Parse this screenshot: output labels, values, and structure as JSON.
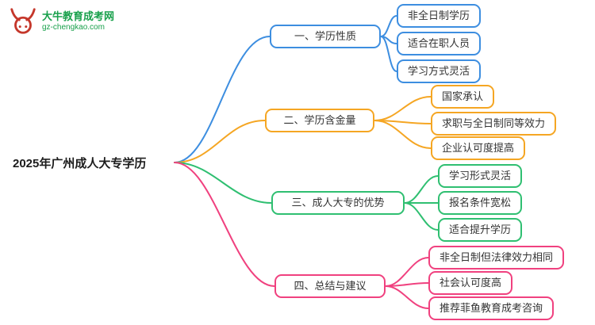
{
  "brand": {
    "name": "大牛教育成考网",
    "domain": "gz-chengkao.com",
    "brand_color": "#18a04b",
    "logo_color": "#c5372b"
  },
  "root": {
    "label": "2025年广州成人大专学历"
  },
  "branches": [
    {
      "label": "一、学历性质",
      "color": "#3d8ee0",
      "children": [
        "非全日制学历",
        "适合在职人员",
        "学习方式灵活"
      ]
    },
    {
      "label": "二、学历含金量",
      "color": "#f5a623",
      "children": [
        "国家承认",
        "求职与全日制同等效力",
        "企业认可度提高"
      ]
    },
    {
      "label": "三、成人大专的优势",
      "color": "#2fbf71",
      "children": [
        "学习形式灵活",
        "报名条件宽松",
        "适合提升学历"
      ]
    },
    {
      "label": "四、总结与建议",
      "color": "#f0417f",
      "children": [
        "非全日制但法律效力相同",
        "社会认可度高",
        "推荐菲鱼教育成考咨询"
      ]
    }
  ]
}
